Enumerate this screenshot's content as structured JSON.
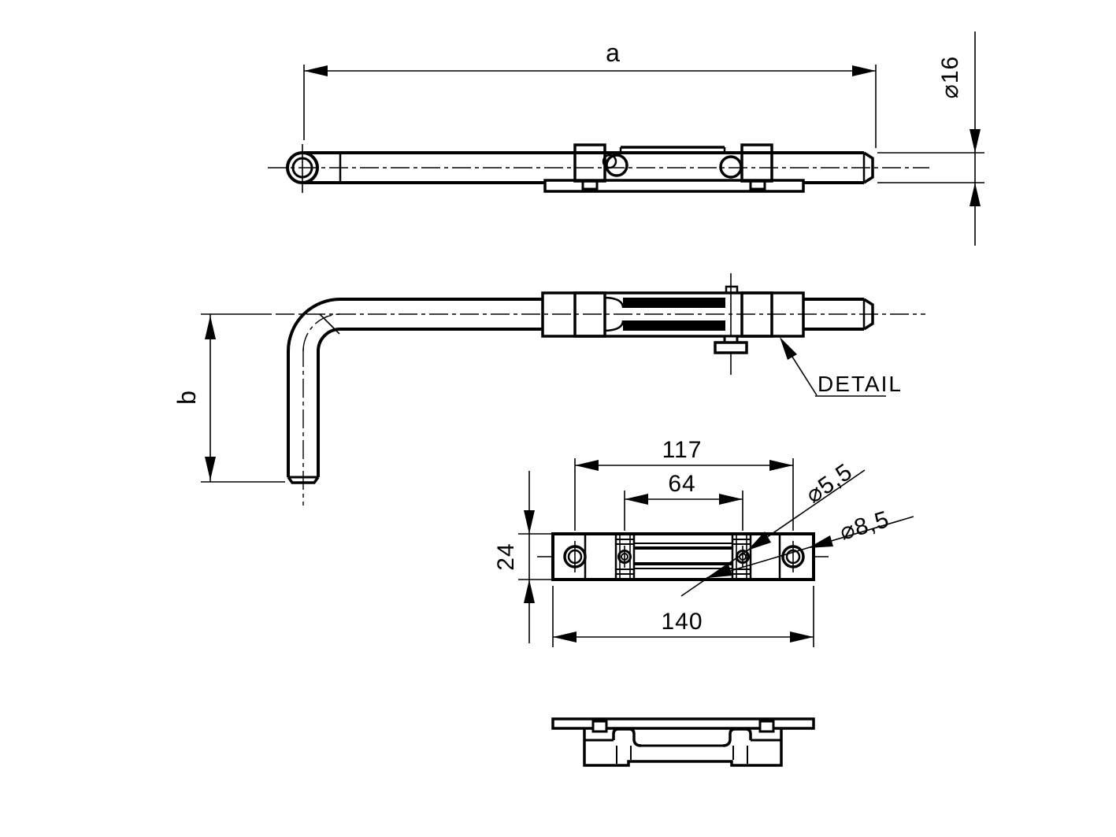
{
  "drawing": {
    "background": "#ffffff",
    "line_color": "#000000",
    "labels": {
      "dim_a": "a",
      "dim_diameter_16": "⌀16",
      "dim_b": "b",
      "detail": "DETAIL",
      "dim_117": "117",
      "dim_64": "64",
      "dim_24": "24",
      "dim_140": "140",
      "dim_diameter_5_5": "⌀5,5",
      "dim_diameter_8_5": "⌀8,5"
    }
  }
}
